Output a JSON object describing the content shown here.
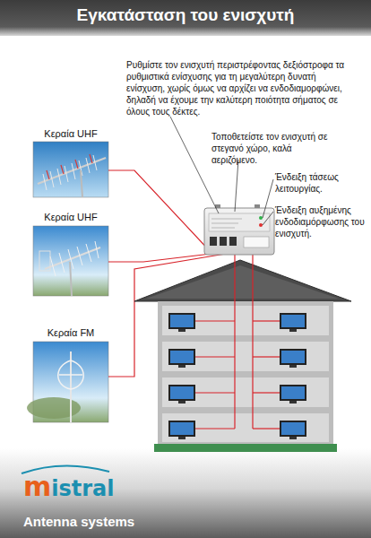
{
  "diagram": {
    "title": "Εγκατάσταση του ενισχυτή",
    "nodes": [
      {
        "text": [
          "Κεραία UHF"
        ]
      },
      {
        "text": [
          "Κεραία UHF"
        ]
      },
      {
        "text": [
          "Κεραία FM"
        ]
      }
    ],
    "labels": [
      "Ρυθμίστε τον ενισχυτή περιστρέφοντας δεξιόστροφα τα ρυθμιστικά ενίσχυσης για τη μεγαλύτερη δυνατή ενίσχυση, χωρίς όμως να αρχίζει να ενδοδιαμορφώνει, δηλαδή να έχουμε την καλύτερη ποιότητα σήματος σε όλους τους δέκτες.",
      "Τοποθετείστε τον ενισχυτή σε στεγανό χώρο, καλά αεριζόμενο.",
      "Ένδειξη τάσεως λειτουργίας.",
      "Ένδειξη αυξημένης ενδοδιαμόρφωσης του ενισχυτή.",
      "mistral",
      "Antenna systems"
    ]
  }
}
